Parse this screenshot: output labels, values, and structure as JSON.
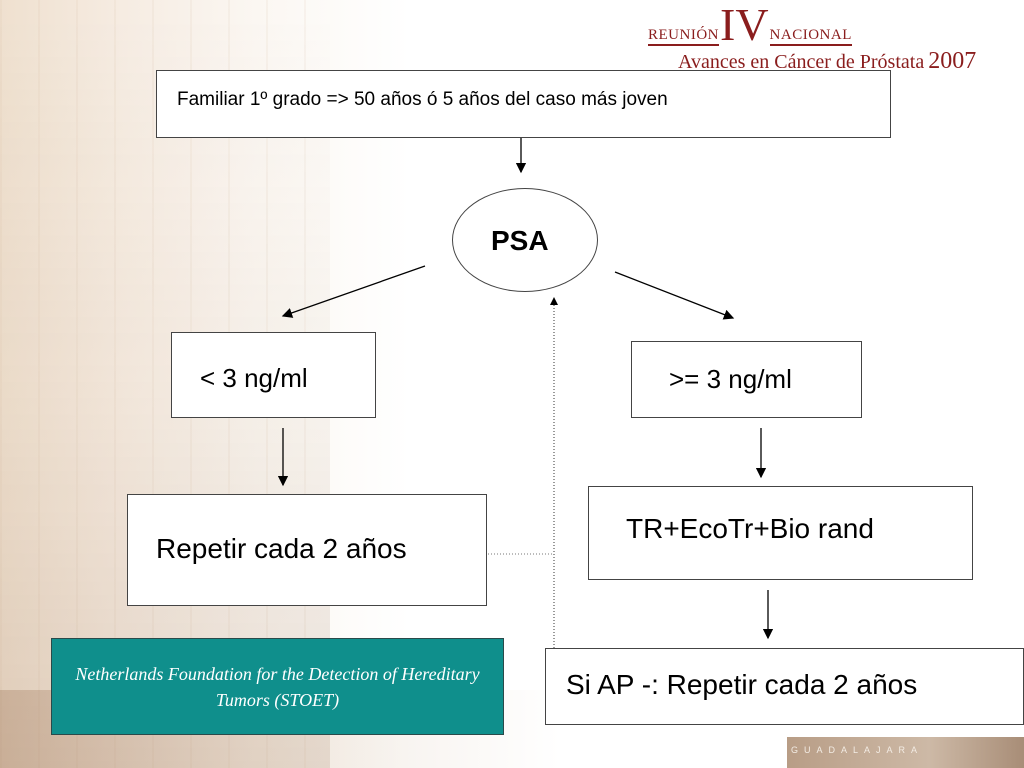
{
  "logo": {
    "reunion": "REUNIÓN",
    "roman": "IV",
    "nacional": "NACIONAL",
    "subtitle": "Avances en Cáncer de Próstata",
    "year": "2007"
  },
  "flow": {
    "top_box": "Familiar 1º grado => 50 años ó 5 años del caso más joven",
    "psa": "PSA",
    "low": "< 3 ng/ml",
    "high": ">= 3 ng/ml",
    "repeat": "Repetir cada 2 años",
    "test": "TR+EcoTr+Bio rand",
    "si_ap": "Si AP -: Repetir cada 2 años"
  },
  "note": "Netherlands Foundation for the Detection of Hereditary Tumors (STOET)",
  "badge": "GUADALAJARA",
  "colors": {
    "note_bg": "#0f8f8c",
    "logo": "#8a1d1d"
  }
}
